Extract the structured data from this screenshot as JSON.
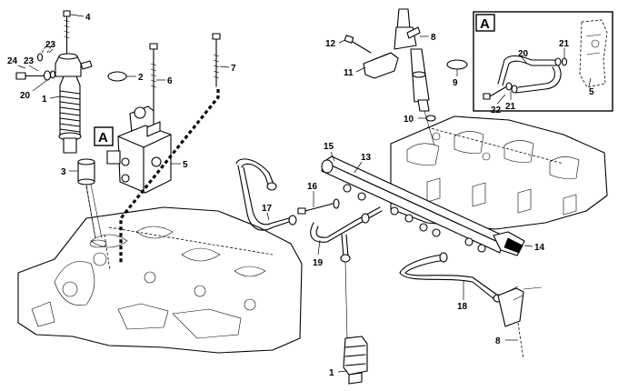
{
  "diagram": {
    "detail_tag": "A",
    "inset_tag": "A",
    "callouts": {
      "injector_top_left": "4",
      "pump_element": "1",
      "oring_left": "2",
      "sleeve": "3",
      "bolt_6": "6",
      "bolt_7": "7",
      "pump_body_5": "5",
      "washer_24": "24",
      "washer_23a": "23",
      "washer_23b": "23",
      "nut_20": "20",
      "bolt_12": "12",
      "clamp_11": "11",
      "injector_right": "8",
      "oring_right": "9",
      "washer_10": "10",
      "pipe_15": "15",
      "rail_13": "13",
      "bolt_16": "16",
      "pipe_17": "17",
      "pipe_19": "19",
      "sensor_14": "14",
      "pipe_18": "18",
      "injector_bottom_8": "8",
      "sensor_bottom_1": "1",
      "inset_20": "20",
      "inset_21a": "21",
      "inset_21b": "21",
      "inset_22": "22",
      "inset_5": "5"
    }
  }
}
